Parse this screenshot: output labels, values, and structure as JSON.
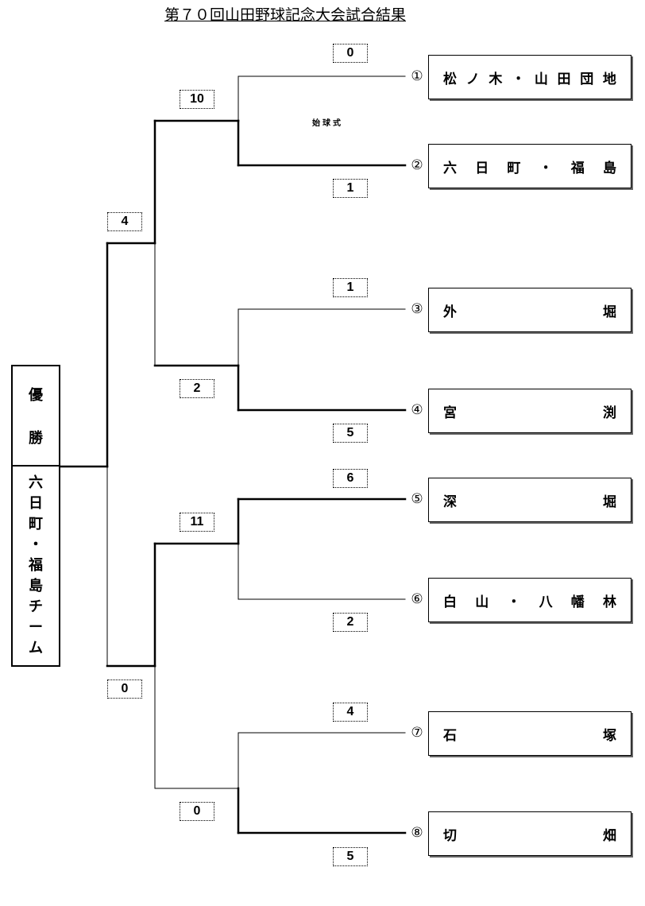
{
  "title": "第７０回山田野球記念大会試合結果",
  "note": "始球式",
  "winner": {
    "heading_chars": [
      "優",
      "勝"
    ],
    "team_chars": [
      "六",
      "日",
      "町",
      "・",
      "福",
      "島",
      "チ",
      "ー",
      "ム"
    ]
  },
  "teams": [
    {
      "num": "①",
      "chars": [
        "松",
        "ノ",
        "木",
        "・",
        "山",
        "田",
        "団",
        "地"
      ]
    },
    {
      "num": "②",
      "chars": [
        "六",
        "日",
        "町",
        "・",
        "福",
        "島"
      ]
    },
    {
      "num": "③",
      "chars": [
        "外",
        "堀"
      ]
    },
    {
      "num": "④",
      "chars": [
        "宮",
        "渕"
      ]
    },
    {
      "num": "⑤",
      "chars": [
        "深",
        "堀"
      ]
    },
    {
      "num": "⑥",
      "chars": [
        "白",
        "山",
        "・",
        "八",
        "幡",
        "林"
      ]
    },
    {
      "num": "⑦",
      "chars": [
        "石",
        "塚"
      ]
    },
    {
      "num": "⑧",
      "chars": [
        "切",
        "畑"
      ]
    }
  ],
  "scores": {
    "r1": [
      "0",
      "1",
      "1",
      "5",
      "6",
      "2",
      "4",
      "5"
    ],
    "r2": [
      "10",
      "2",
      "11",
      "0"
    ],
    "r3": [
      "4",
      "0"
    ]
  }
}
